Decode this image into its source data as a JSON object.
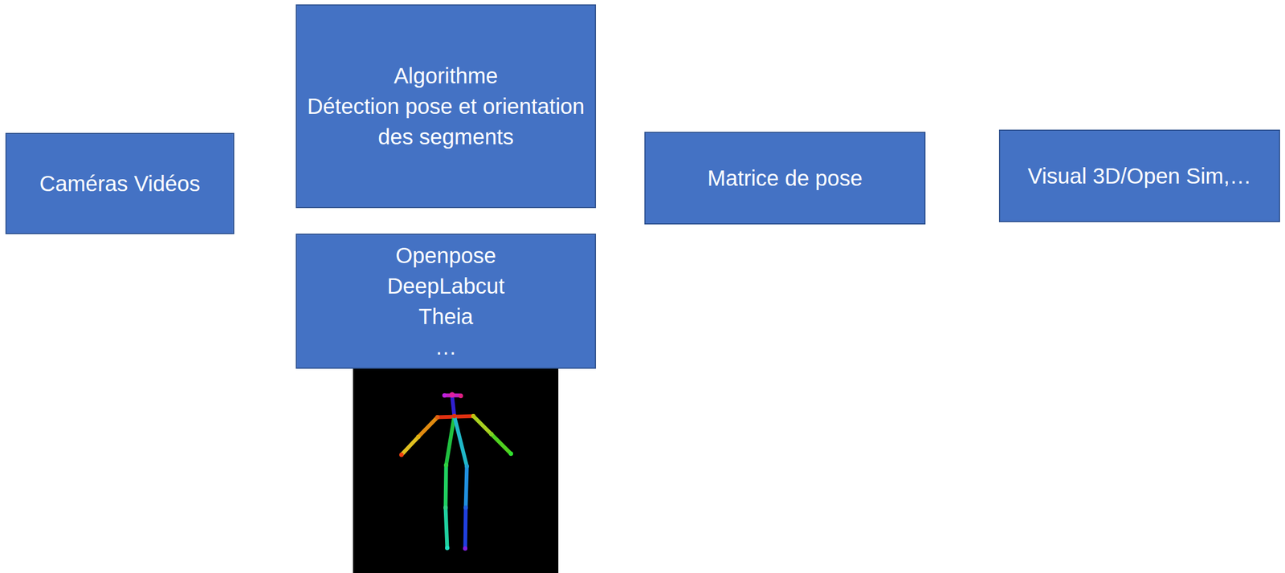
{
  "diagram": {
    "nodes": [
      {
        "text": [
          "Caméras Vidéos"
        ]
      },
      {
        "text": [
          "Algorithme",
          "Détection pose et orientation des segments"
        ]
      },
      {
        "text": [
          "Openpose",
          "DeepLabcut",
          "Theia",
          "…"
        ]
      },
      {
        "text": [
          "Matrice de pose"
        ]
      },
      {
        "text": [
          "Visual 3D/Open Sim,…"
        ]
      }
    ]
  }
}
